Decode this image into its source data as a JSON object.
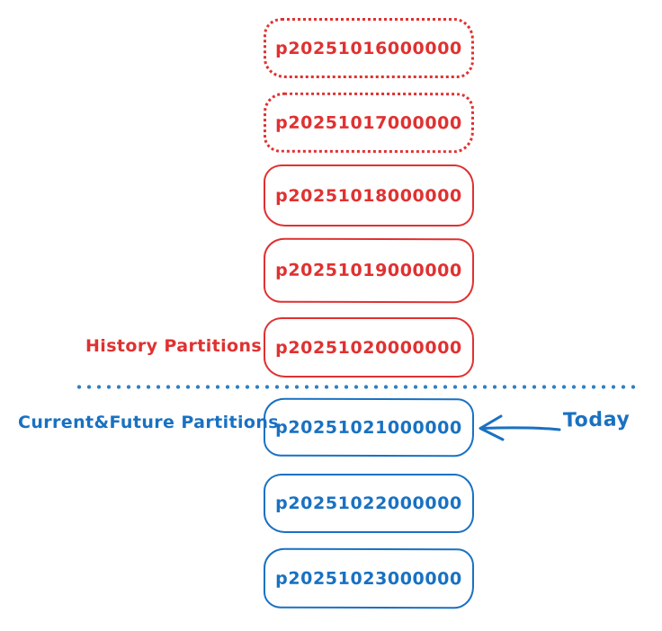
{
  "labels": {
    "history": "History Partitions",
    "current": "Current&Future Partitions",
    "today": "Today"
  },
  "colors": {
    "history_red": "#e03131",
    "current_blue": "#1971c2",
    "divider_blue": "#2f7fc3",
    "background": "#ffffff"
  },
  "partitions": [
    {
      "name": "p20251016000000",
      "group": "history",
      "border": "dotted"
    },
    {
      "name": "p20251017000000",
      "group": "history",
      "border": "dotted"
    },
    {
      "name": "p20251018000000",
      "group": "history",
      "border": "solid"
    },
    {
      "name": "p20251019000000",
      "group": "history",
      "border": "solid"
    },
    {
      "name": "p20251020000000",
      "group": "history",
      "border": "solid"
    },
    {
      "name": "p20251021000000",
      "group": "current",
      "border": "solid",
      "annotation": "Today"
    },
    {
      "name": "p20251022000000",
      "group": "current",
      "border": "solid"
    },
    {
      "name": "p20251023000000",
      "group": "current",
      "border": "solid"
    }
  ]
}
